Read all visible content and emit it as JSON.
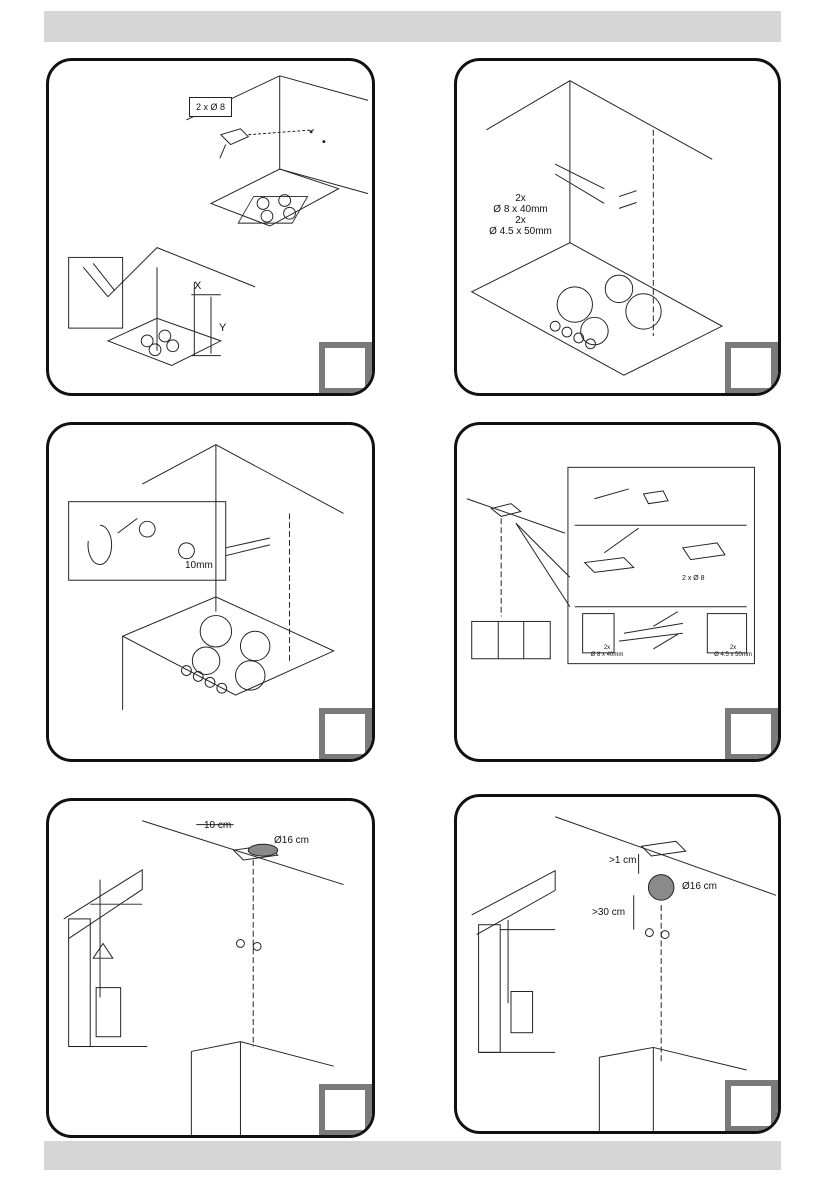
{
  "panels": {
    "p1": {
      "drill_label": "2 x Ø 8",
      "dim_x": "X",
      "dim_y": "Y"
    },
    "p2": {
      "qty1": "2x",
      "size1": "Ø 8 x 40mm",
      "qty2": "2x",
      "size2": "Ø 4.5 x 50mm"
    },
    "p3": {
      "gap_label": "10mm"
    },
    "p4": {
      "drill_label": "2 x Ø 8",
      "qty1": "2x",
      "size1": "Ø 8 x 40mm",
      "qty2": "2x",
      "size2": "Ø 4.5 x 50mm"
    },
    "p5": {
      "distance_label": "10 cm",
      "diameter_label": "Ø16 cm"
    },
    "p6": {
      "gap_label": ">1 cm",
      "diameter_label": "Ø16 cm",
      "distance_label": ">30 cm"
    }
  }
}
